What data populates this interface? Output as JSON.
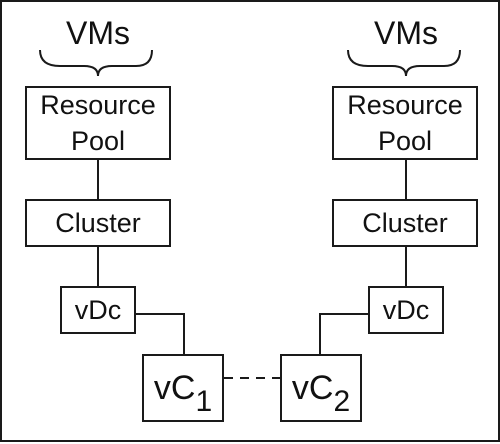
{
  "left": {
    "vms": "VMs",
    "resource_pool": "Resource\nPool",
    "cluster": "Cluster",
    "vdc": "vDc",
    "vc_base": "vC",
    "vc_sub": "1"
  },
  "right": {
    "vms": "VMs",
    "resource_pool": "Resource\nPool",
    "cluster": "Cluster",
    "vdc": "vDc",
    "vc_base": "vC",
    "vc_sub": "2"
  }
}
